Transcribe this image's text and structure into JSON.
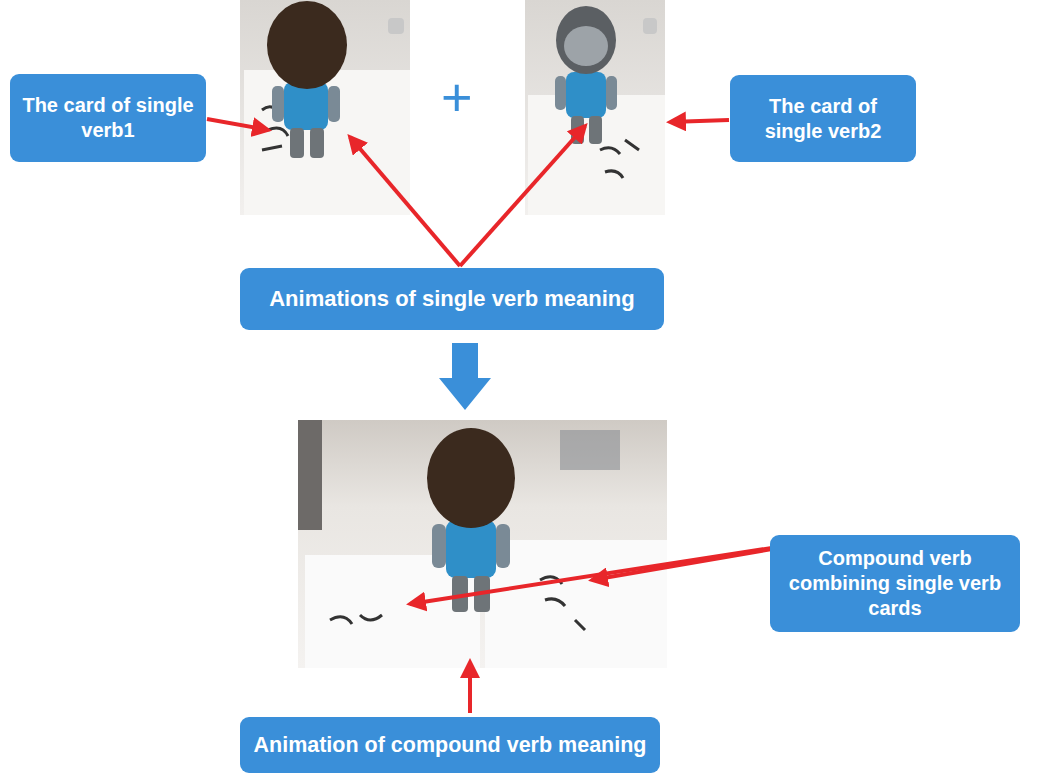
{
  "diagram": {
    "nodes": [
      {
        "text": [
          "The card of single verb1"
        ]
      },
      {
        "text": [
          "The card of single verb2"
        ]
      },
      {
        "text": [
          "Animations of single verb meaning"
        ]
      },
      {
        "text": [
          "Compound verb combining single verb cards"
        ]
      },
      {
        "text": [
          "Animation of compound verb meaning"
        ]
      }
    ],
    "labels": [
      "+"
    ]
  }
}
